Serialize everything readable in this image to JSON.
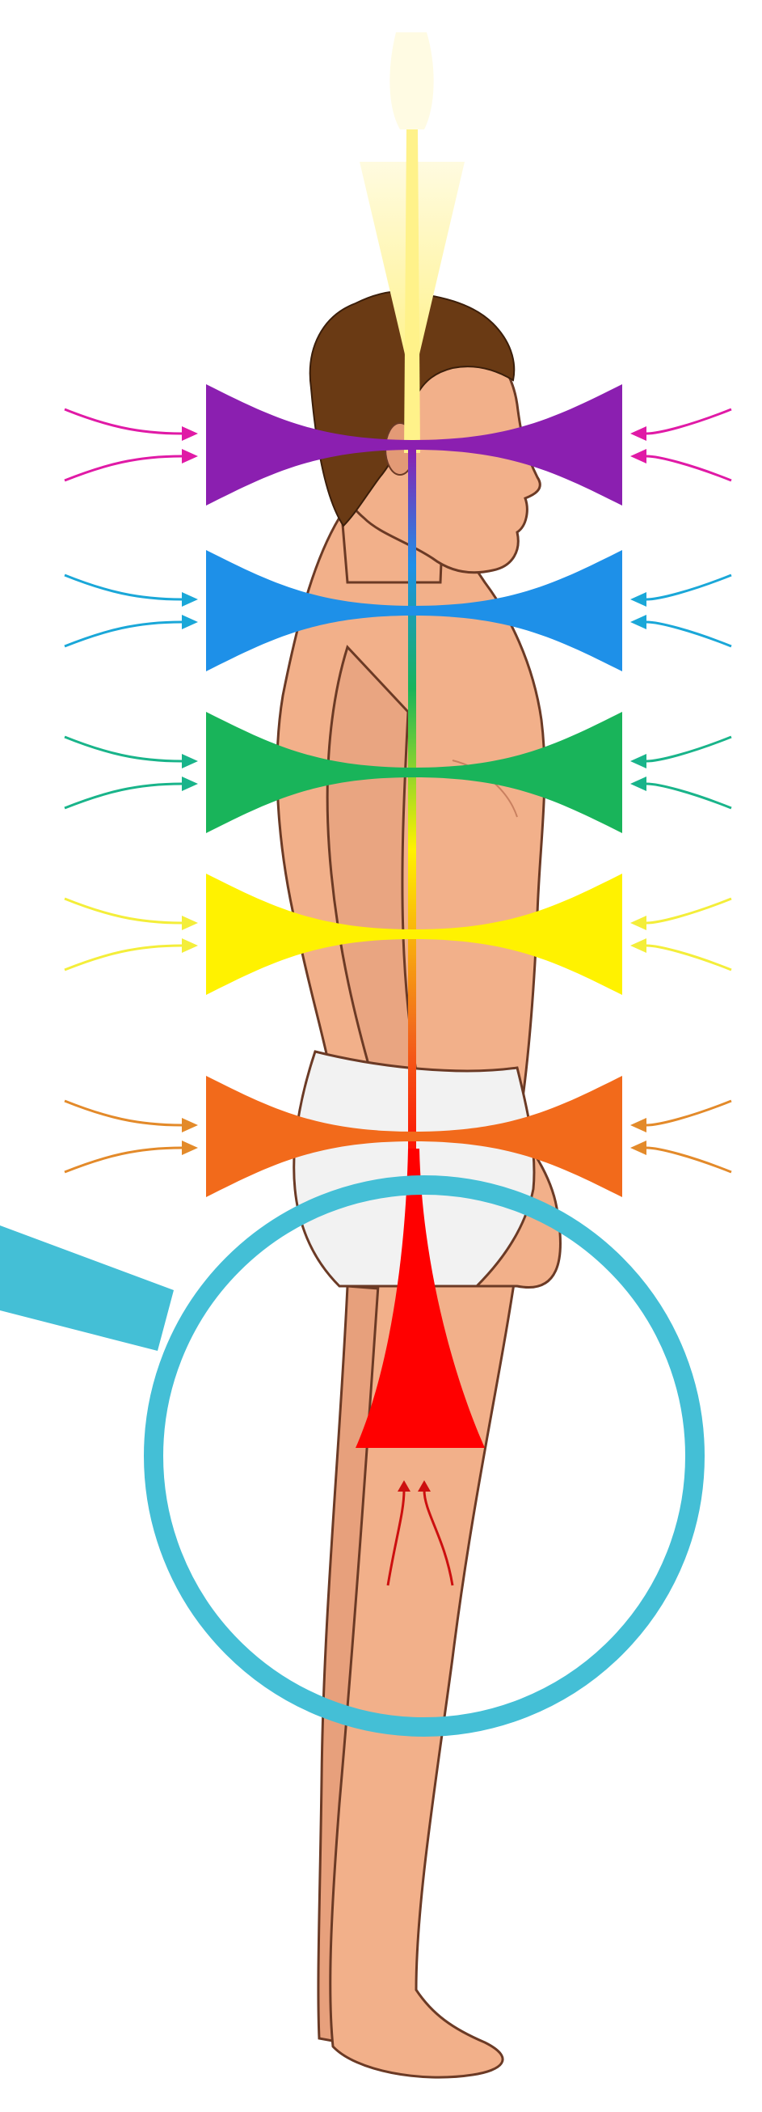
{
  "diagram": {
    "text": "",
    "colors": {
      "background": "#ffffff",
      "skin": "#f2b08a",
      "skin_shadow": "#dd9574",
      "skin_outline": "#6b3a25",
      "hair": "#6a3a14",
      "briefs": "#f2f2f2",
      "crown_beam": "#fff28a",
      "magnifier_ring": "#44bfd6"
    },
    "centers": [
      {
        "name": "crown",
        "color": "#fff28a"
      },
      {
        "name": "brow",
        "color": "#8b1fb0",
        "arrow_color": "#e01aa6"
      },
      {
        "name": "throat",
        "color": "#1e90e8",
        "arrow_color": "#1aa7d8"
      },
      {
        "name": "heart",
        "color": "#19b45a",
        "arrow_color": "#19b48a"
      },
      {
        "name": "solar-plexus",
        "color": "#fff200",
        "arrow_color": "#f4ee3a"
      },
      {
        "name": "sacral",
        "color": "#f26a1b",
        "arrow_color": "#e38a2a"
      },
      {
        "name": "root",
        "color": "#ff0000",
        "arrow_color": "#cc0f0f"
      }
    ],
    "magnified_center": "root"
  }
}
